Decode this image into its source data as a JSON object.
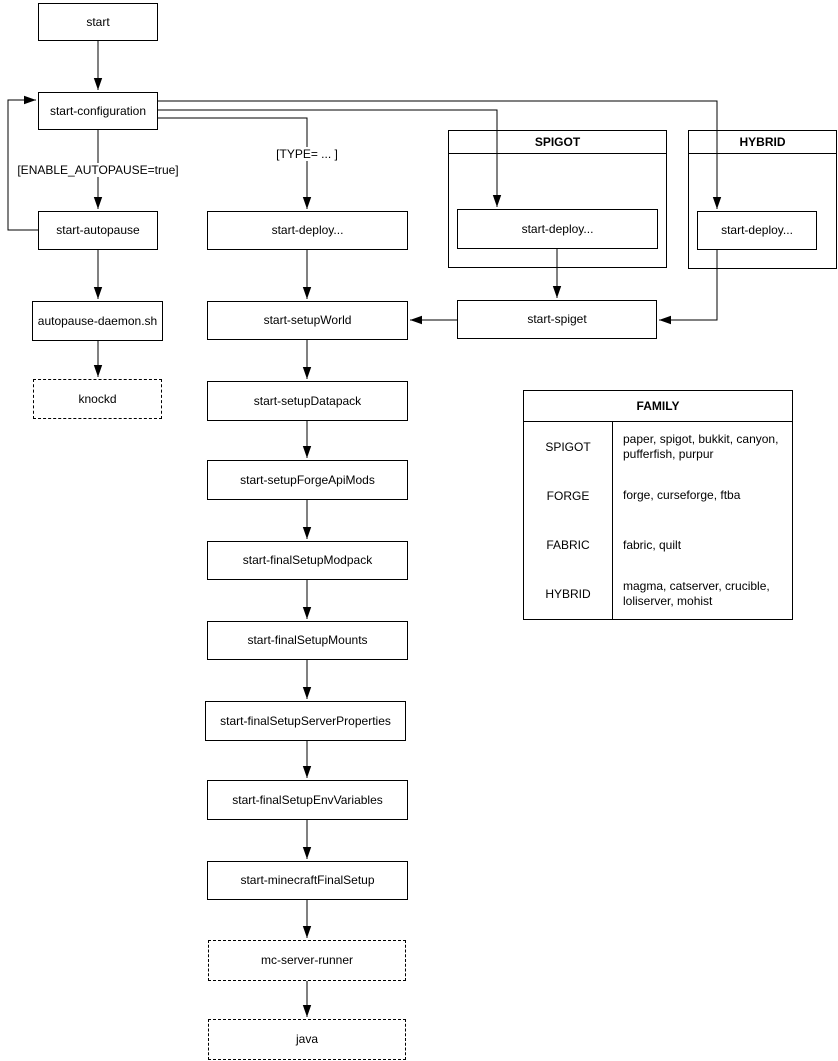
{
  "diagram": {
    "nodes": {
      "start": "start",
      "configuration": "start-configuration",
      "autopause": "start-autopause",
      "autopause_daemon": "autopause-daemon.sh",
      "knockd": "knockd",
      "deploy_main": "start-deploy...",
      "setup_world": "start-setupWorld",
      "setup_datapack": "start-setupDatapack",
      "setup_forge_api_mods": "start-setupForgeApiMods",
      "final_setup_modpack": "start-finalSetupModpack",
      "final_setup_mounts": "start-finalSetupMounts",
      "final_setup_server_properties": "start-finalSetupServerProperties",
      "final_setup_env_variables": "start-finalSetupEnvVariables",
      "minecraft_final_setup": "start-minecraftFinalSetup",
      "mc_server_runner": "mc-server-runner",
      "java": "java",
      "spiget": "start-spiget",
      "deploy_spigot": "start-deploy...",
      "deploy_hybrid": "start-deploy..."
    },
    "groups": {
      "spigot": "SPIGOT",
      "hybrid": "HYBRID"
    },
    "edge_labels": {
      "autopause_condition": "[ENABLE_AUTOPAUSE=true]",
      "type_condition": "[TYPE= ... ]"
    },
    "family_table": {
      "title": "FAMILY",
      "rows": [
        {
          "family": "SPIGOT",
          "servers": "paper, spigot, bukkit, canyon, pufferfish, purpur"
        },
        {
          "family": "FORGE",
          "servers": "forge, curseforge, ftba"
        },
        {
          "family": "FABRIC",
          "servers": "fabric, quilt"
        },
        {
          "family": "HYBRID",
          "servers": "magma, catserver, crucible, loliserver, mohist"
        }
      ]
    },
    "colors": {
      "stroke": "#000000",
      "background": "#ffffff"
    }
  }
}
